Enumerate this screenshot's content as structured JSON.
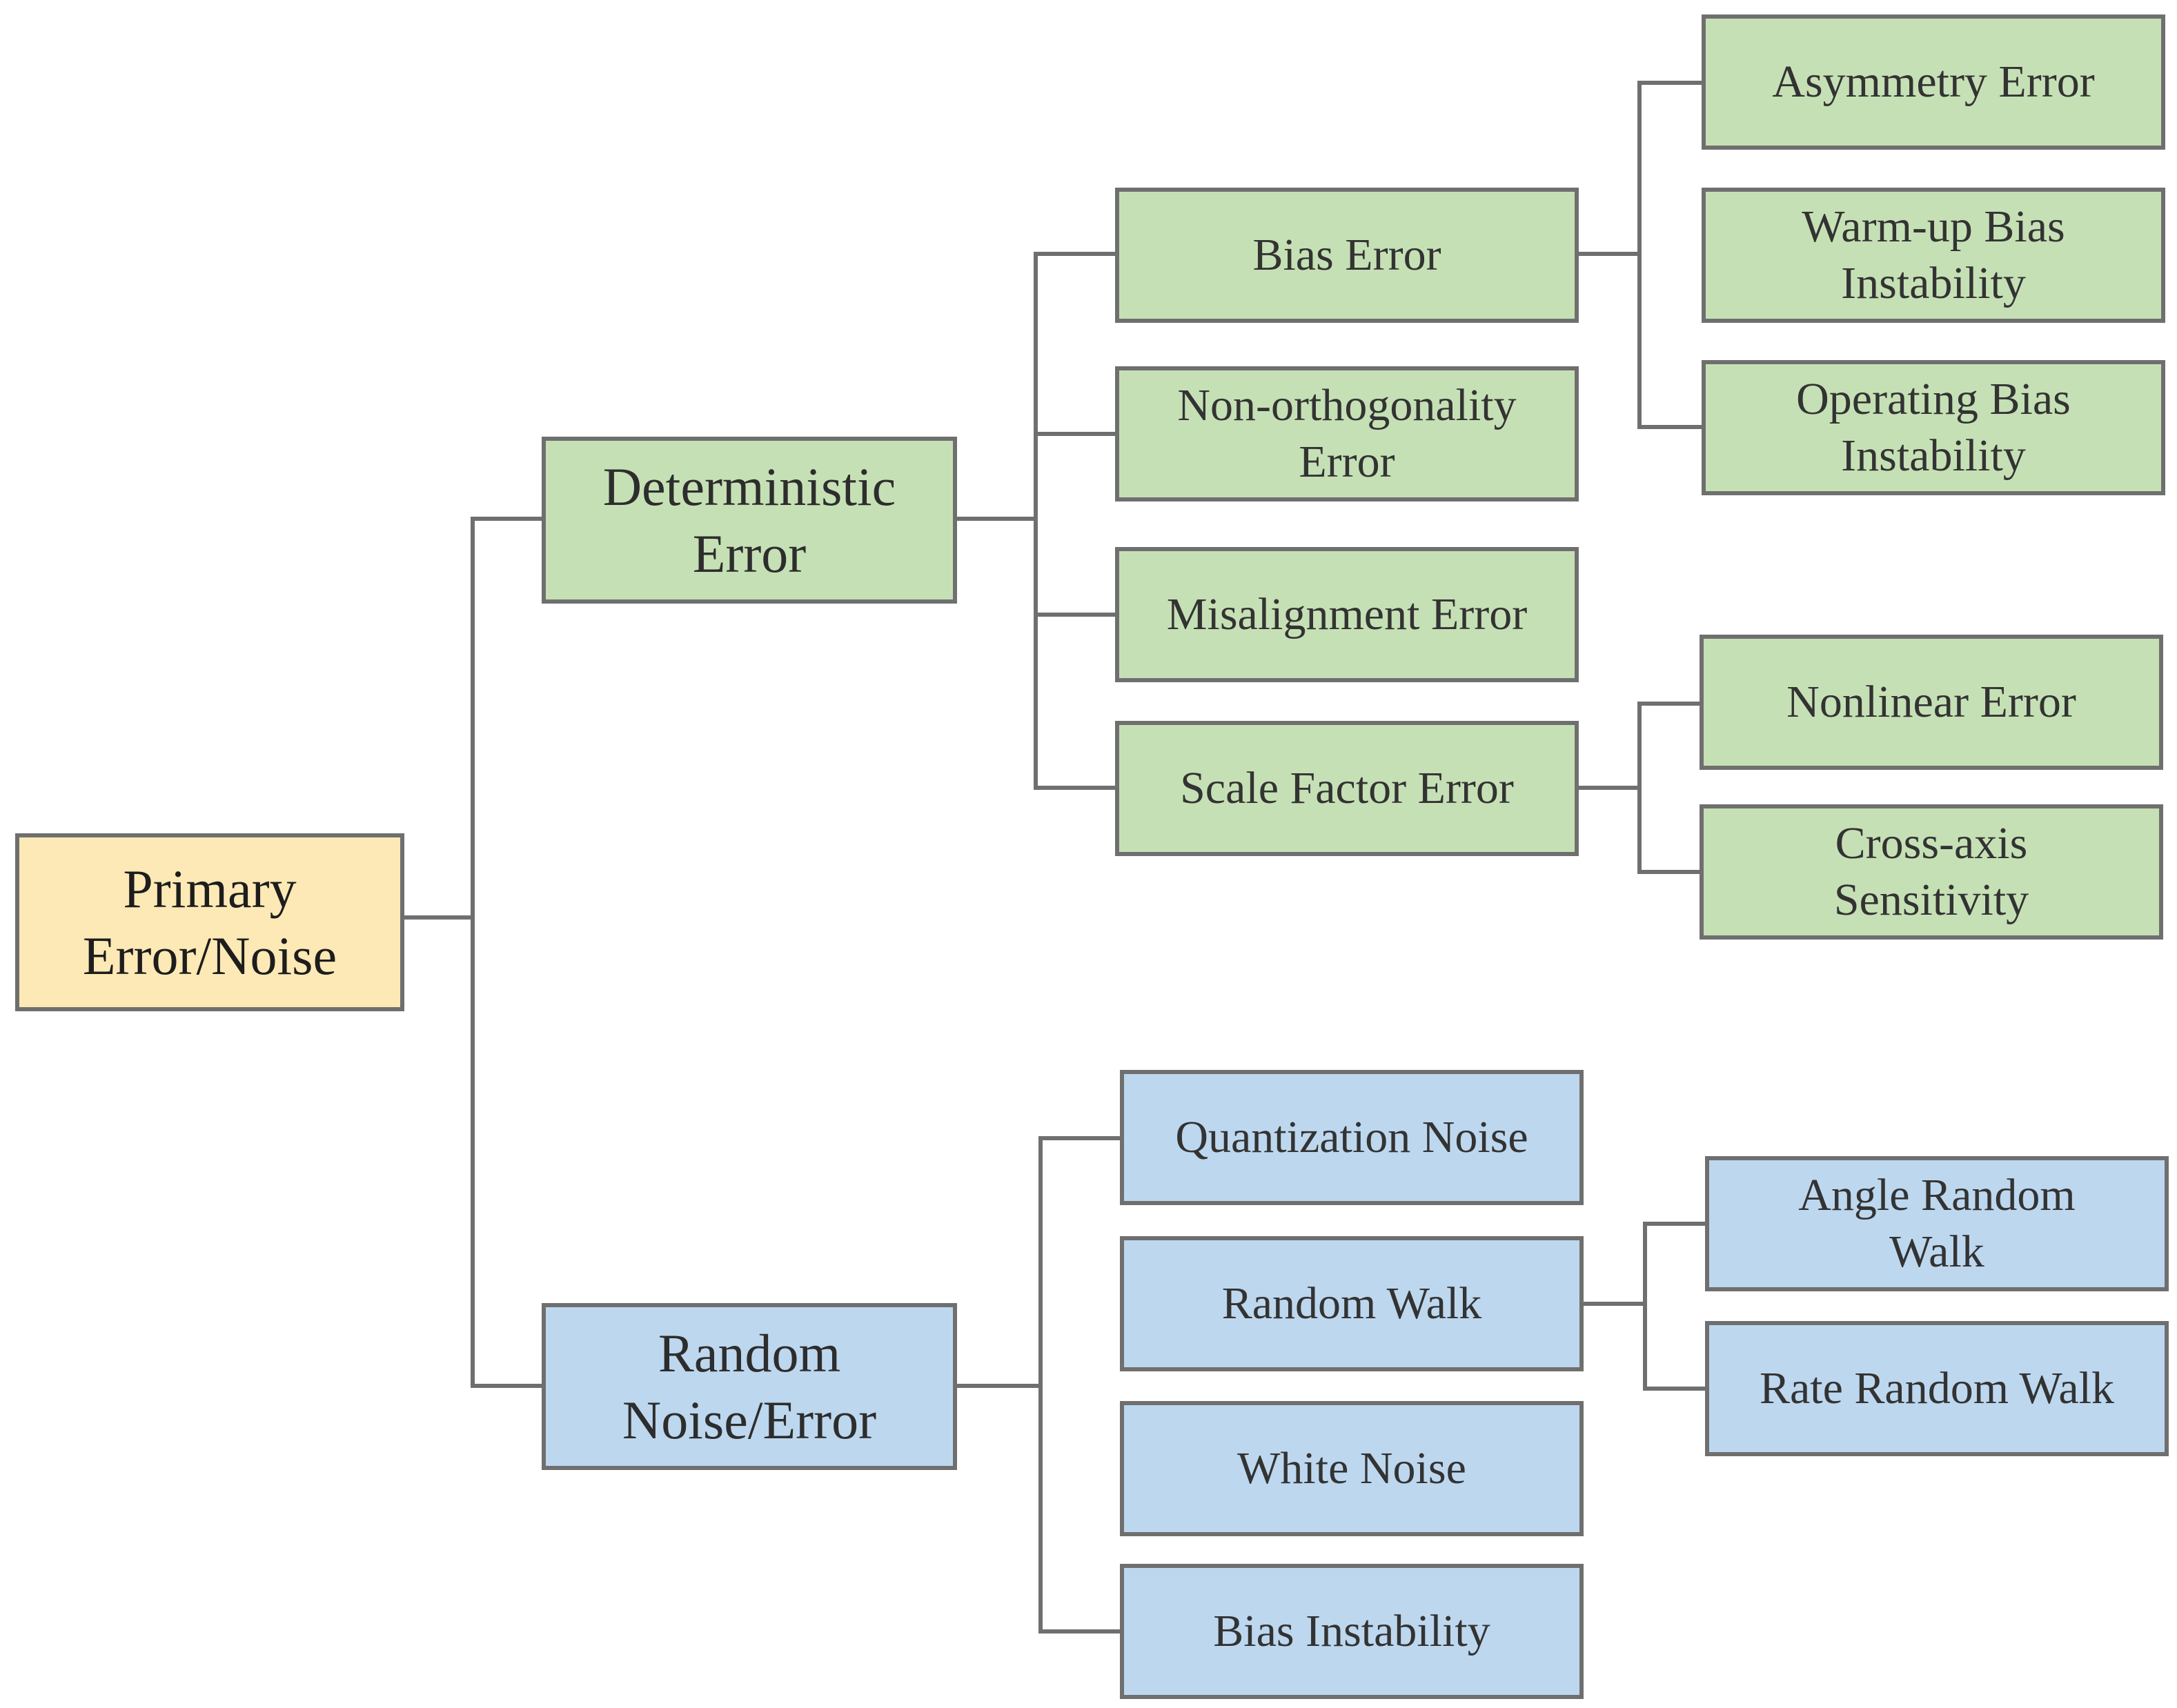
{
  "colors": {
    "root_fill": "#fde9b5",
    "deterministic_fill": "#c6e0b5",
    "random_fill": "#bdd7ee",
    "border_and_lines": "#6f6f6f"
  },
  "root": {
    "label": "Primary\nError/Noise"
  },
  "deterministic": {
    "label": "Deterministic\nError",
    "children": {
      "bias_error": {
        "label": "Bias Error",
        "children": {
          "asymmetry_error": "Asymmetry Error",
          "warmup_bias_instability": "Warm-up Bias\nInstability",
          "operating_bias_instability": "Operating Bias\nInstability"
        }
      },
      "non_orthogonality_error": "Non-orthogonality\nError",
      "misalignment_error": "Misalignment Error",
      "scale_factor_error": {
        "label": "Scale Factor Error",
        "children": {
          "nonlinear_error": "Nonlinear Error",
          "cross_axis_sensitivity": "Cross-axis\nSensitivity"
        }
      }
    }
  },
  "random": {
    "label": "Random\nNoise/Error",
    "children": {
      "quantization_noise": "Quantization Noise",
      "random_walk": {
        "label": "Random Walk",
        "children": {
          "angle_random_walk": "Angle Random\nWalk",
          "rate_random_walk": "Rate Random Walk"
        }
      },
      "white_noise": "White Noise",
      "bias_instability": "Bias Instability"
    }
  }
}
